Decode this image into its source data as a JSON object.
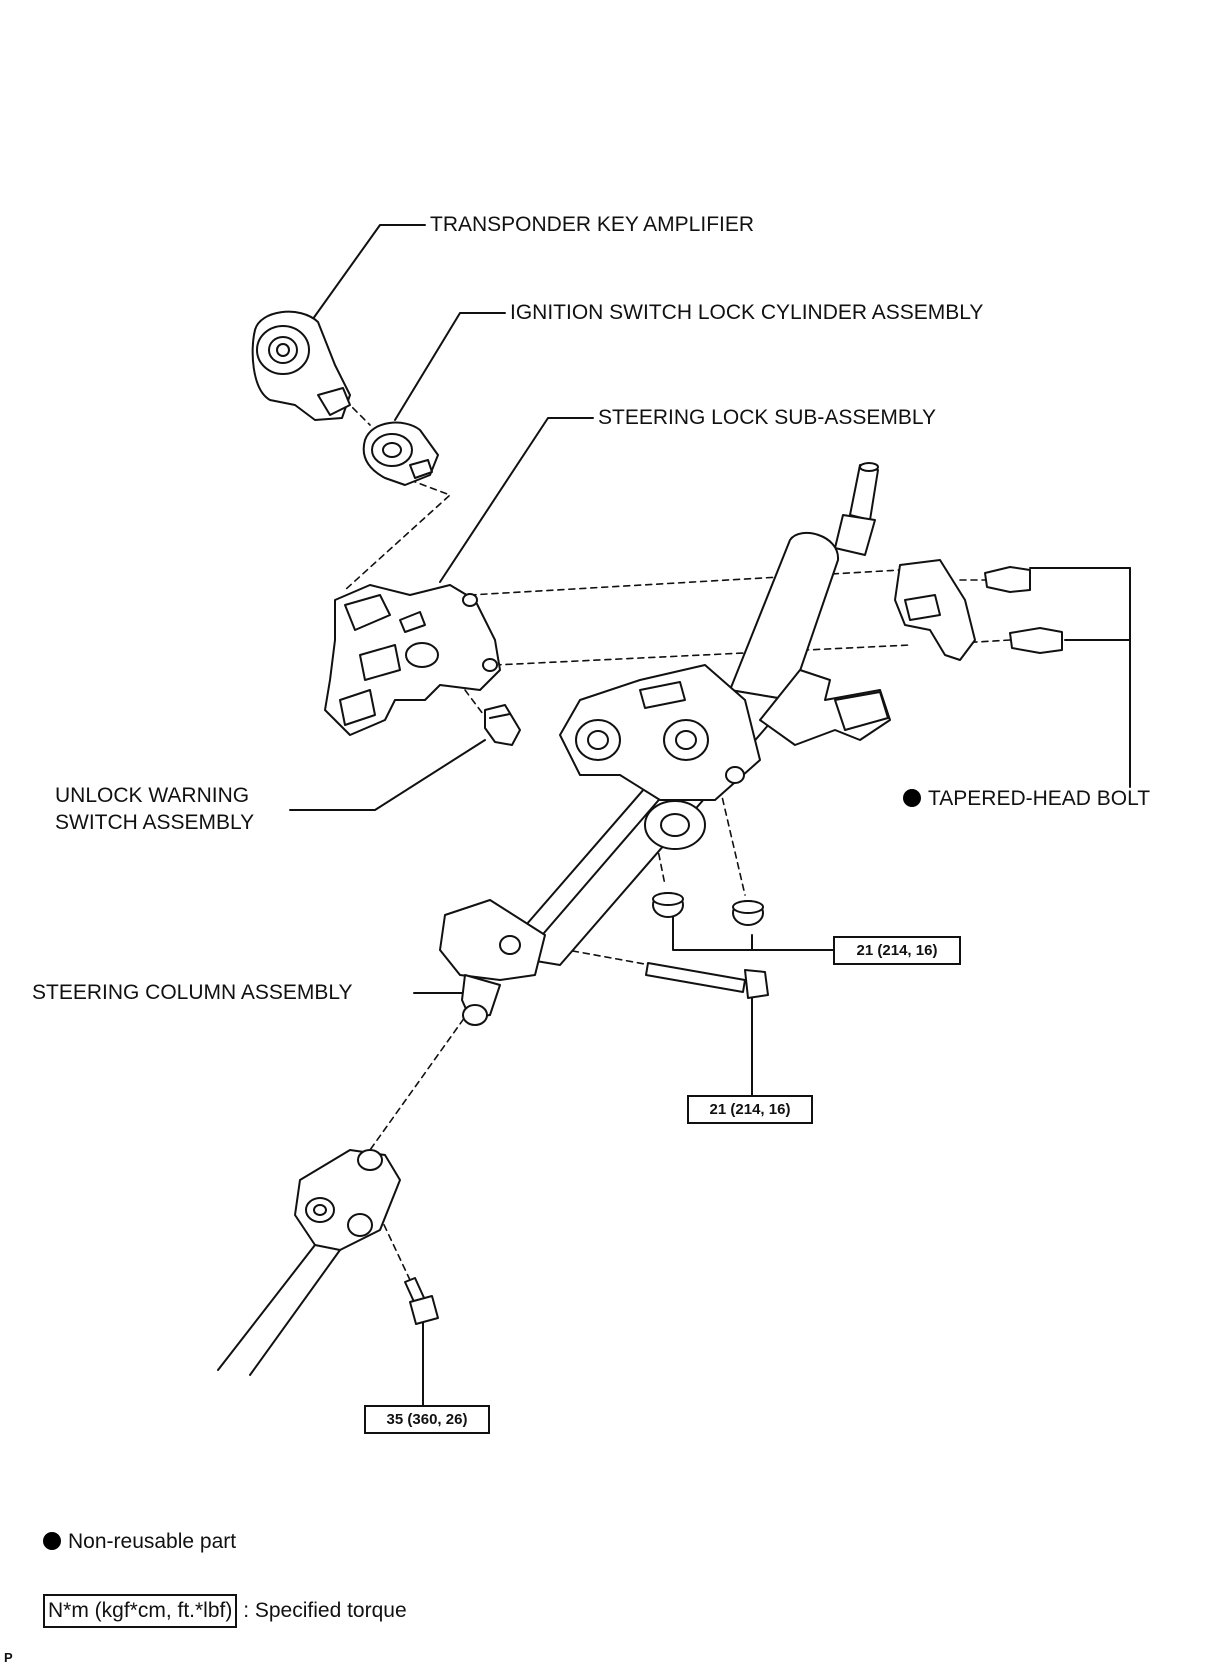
{
  "labels": {
    "transponder": "TRANSPONDER KEY AMPLIFIER",
    "ignition": "IGNITION SWITCH LOCK CYLINDER ASSEMBLY",
    "steering_lock": "STEERING LOCK SUB-ASSEMBLY",
    "unlock_line1": "UNLOCK WARNING",
    "unlock_line2": "SWITCH ASSEMBLY",
    "tapered_bolt": "TAPERED-HEAD BOLT",
    "steering_column": "STEERING COLUMN ASSEMBLY"
  },
  "torques": {
    "column_nuts": "21 (214, 16)",
    "column_bolt": "21 (214, 16)",
    "joint_bolt": "35 (360, 26)"
  },
  "legend": {
    "nonreusable": "Non-reusable part",
    "torque_unit": "N*m (kgf*cm, ft.*lbf)",
    "torque_desc": ": Specified torque"
  },
  "footer_code": "P"
}
